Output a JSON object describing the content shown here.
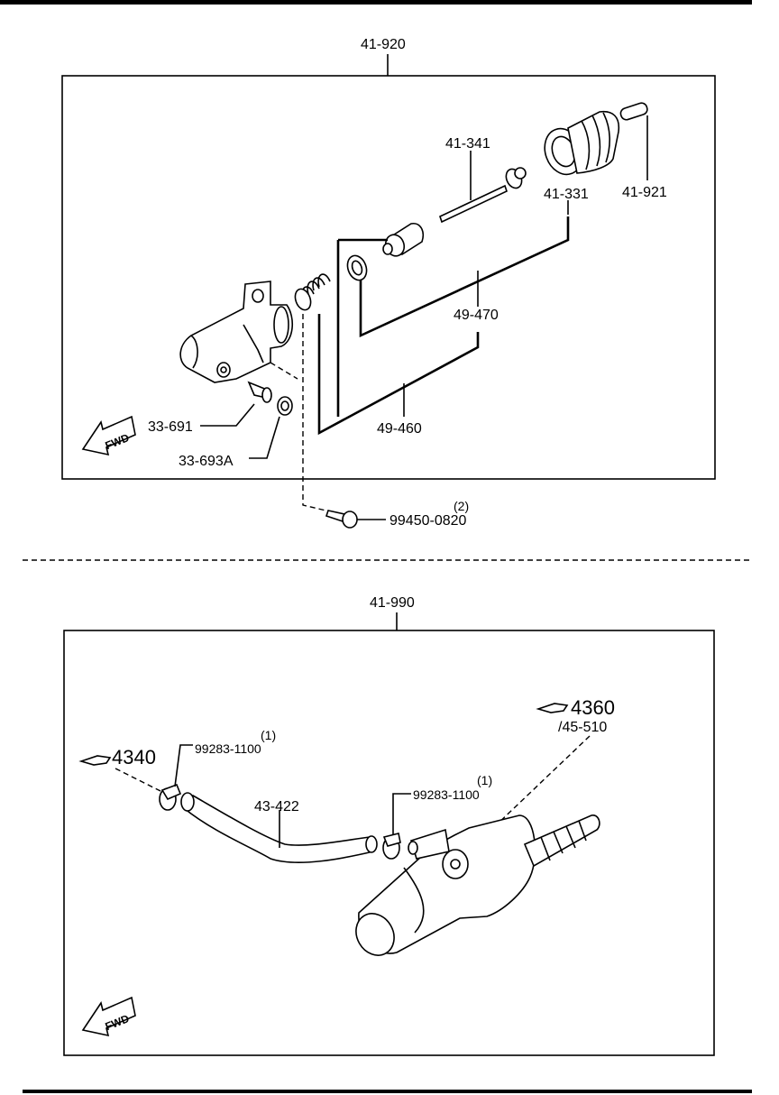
{
  "top_section": {
    "assembly_label": "41-920",
    "parts": {
      "p41_341": "41-341",
      "p41_331": "41-331",
      "p41_921": "41-921",
      "p49_470": "49-470",
      "p49_460": "49-460",
      "p33_691": "33-691",
      "p33_693a": "33-693A",
      "bolt": "99450-0820",
      "bolt_qty": "(2)"
    },
    "fwd_label": "FWD"
  },
  "bottom_section": {
    "assembly_label": "41-990",
    "ref_left": "4340",
    "ref_right": "4360",
    "ref_right_sub": "/45-510",
    "clamp_left": "99283-1100",
    "clamp_left_qty": "(1)",
    "clamp_right": "99283-1100",
    "clamp_right_qty": "(1)",
    "hose": "43-422",
    "fwd_label": "FWD"
  },
  "icons": [
    "fwd-arrow-icon",
    "pointing-hand-icon"
  ]
}
